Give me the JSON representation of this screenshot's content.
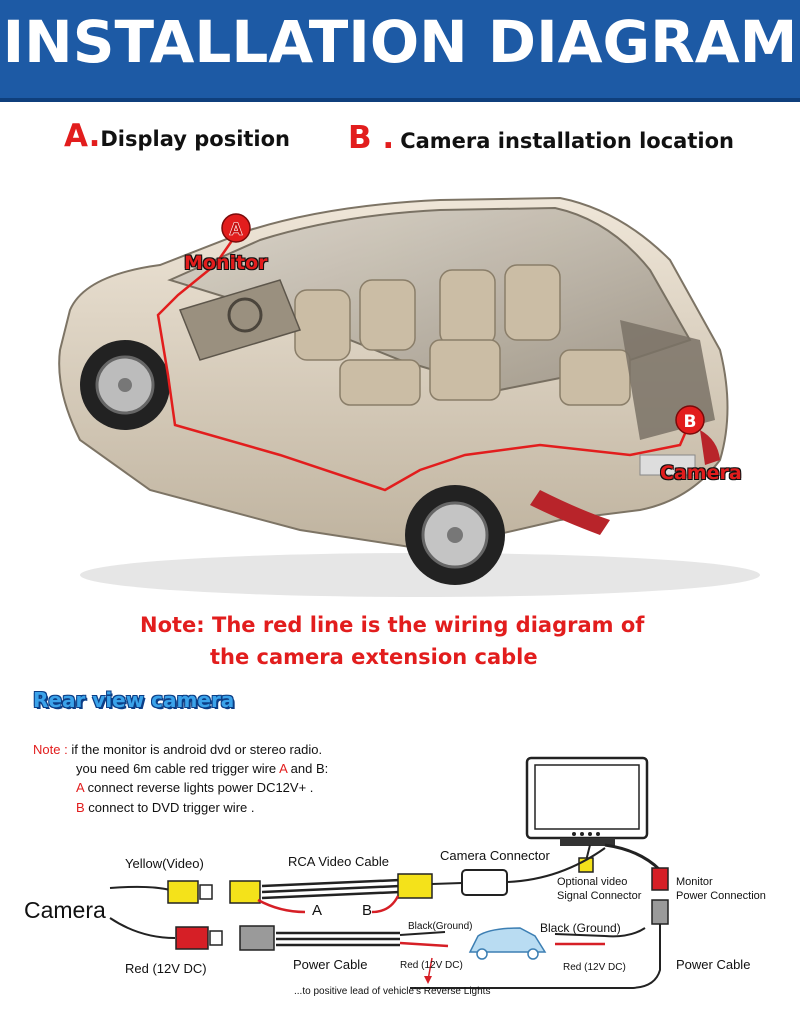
{
  "header": {
    "title": "INSTALLATION DIAGRAM"
  },
  "labels": {
    "a_letter": "A.",
    "a_text": "Display position",
    "b_letter": "B .",
    "b_text": "Camera installation location"
  },
  "car_callouts": {
    "a_marker": "A",
    "monitor": "Monitor",
    "b_marker": "B",
    "camera": "Camera"
  },
  "note": {
    "line1": "Note: The red line is the wiring diagram of",
    "line2": "the camera extension cable"
  },
  "rear_view": {
    "title": "Rear view camera"
  },
  "small_note": {
    "prefix": "Note :",
    "line1": "if the monitor is android dvd or stereo radio.",
    "line2_a": "you need 6m cable red trigger wire",
    "line2_A": "A",
    "line2_and": "and",
    "line2_B": "B:",
    "line3_A": "A",
    "line3": "connect reverse lights power DC12V+ .",
    "line4_B": "B",
    "line4": "connect to DVD trigger wire ."
  },
  "wiring": {
    "yellow_video": "Yellow(Video)",
    "rca_cable": "RCA Video  Cable",
    "camera_connector": "Camera Connector",
    "optional_video_1": "Optional video",
    "optional_video_2": "Signal Connector",
    "monitor_1": "Monitor",
    "monitor_2": "Power Connection",
    "camera": "Camera",
    "wire_a": "A",
    "wire_b": "B",
    "black_ground_1": "Black(Ground)",
    "black_ground_2": "Black (Ground)",
    "red_12v_dc": "Red (12V DC)",
    "power_cable_1": "Power  Cable",
    "red_12v_1": "Red (12V DC)",
    "red_12v_2": "Red (12V DC)",
    "power_cable_2": "Power  Cable",
    "reverse_lights": "...to positive lead of vehicle's Reverse Lights"
  },
  "colors": {
    "banner": "#1d5aa5",
    "accent_red": "#e21d1d",
    "yellow_plug": "#f4e21a"
  }
}
